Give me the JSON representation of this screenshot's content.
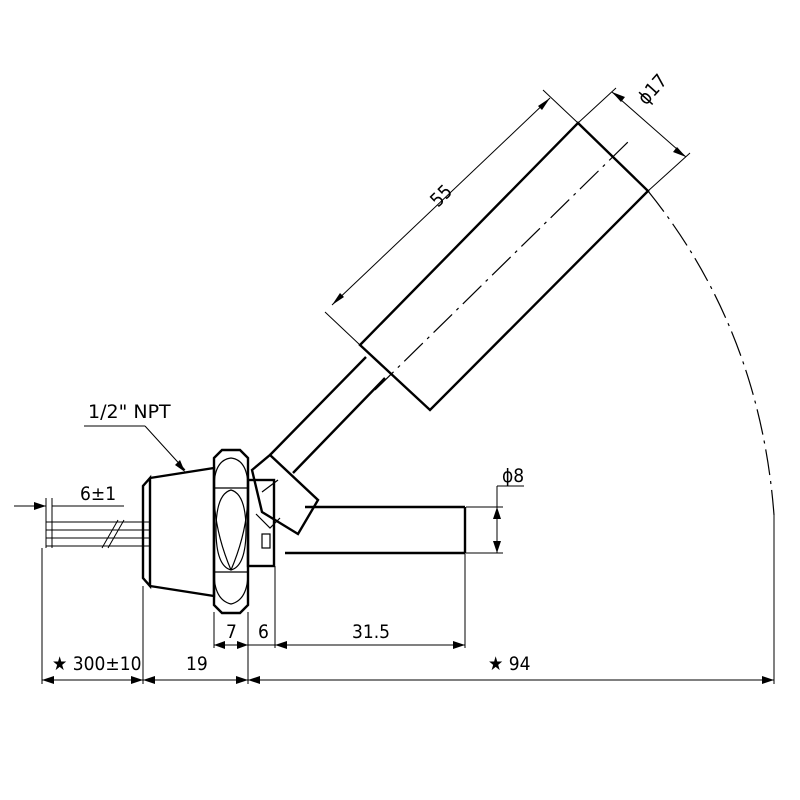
{
  "drawing": {
    "thread_label": "1/2\" NPT",
    "dimensions": {
      "lead_strip": "6±1",
      "lead_length": "★ 300±10",
      "body_length": "19",
      "nut_width": "7",
      "gap": "6",
      "stem_length": "31.5",
      "overall_length": "★ 94",
      "float_length": "55",
      "float_diameter": "ϕ17",
      "stem_diameter": "ϕ8"
    }
  }
}
